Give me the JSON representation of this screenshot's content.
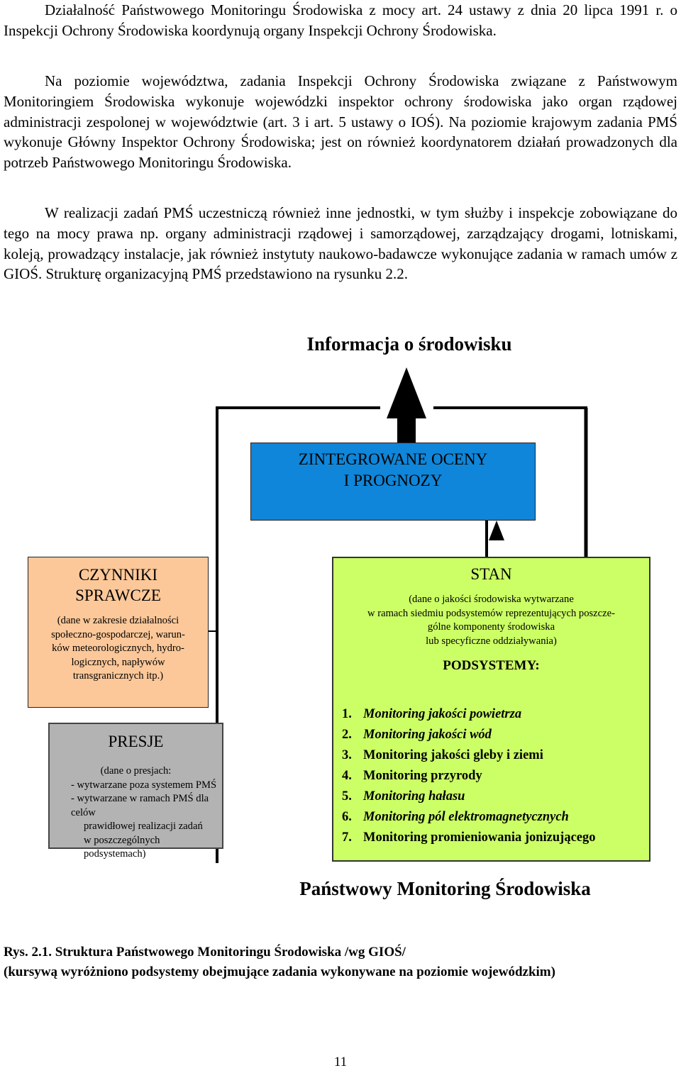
{
  "paragraphs": {
    "p1": "Działalność Państwowego Monitoringu Środowiska z mocy art. 24 ustawy z dnia 20 lipca 1991 r. o Inspekcji Ochrony Środowiska koordynują organy Inspekcji Ochrony Środowiska.",
    "p2": "Na poziomie województwa, zadania Inspekcji Ochrony Środowiska związane z Państwowym Monitoringiem Środowiska wykonuje wojewódzki inspektor ochrony środowiska jako organ rządowej administracji zespolonej w województwie (art. 3 i art. 5 ustawy o IOŚ). Na poziomie krajowym zadania PMŚ wykonuje Główny Inspektor Ochrony Środowiska; jest on również koordynatorem działań prowadzonych dla potrzeb Państwowego Monitoringu Środowiska.",
    "p3": "W realizacji zadań PMŚ uczestniczą również inne jednostki, w tym służby i inspekcje zobowiązane do tego na mocy prawa np. organy administracji rządowej i samorządowej, zarządzający drogami, lotniskami, koleją, prowadzący instalacje, jak również instytuty naukowo-badawcze wykonujące zadania w ramach umów z GIOŚ. Strukturę organizacyjną PMŚ przedstawiono na rysunku 2.2."
  },
  "diagram": {
    "title": "Informacja o środowisku",
    "integrated": {
      "line1": "ZINTEGROWANE OCENY",
      "line2": "I PROGNOZY"
    },
    "drivers": {
      "line1": "CZYNNIKI",
      "line2": "SPRAWCZE",
      "desc": [
        "(dane w zakresie działalności",
        "społeczno-gospodarczej, warun-",
        "ków meteorologicznych, hydro-",
        "logicznych, napływów",
        "transgranicznych itp.)"
      ]
    },
    "pressures": {
      "title": "PRESJE",
      "desc_intro": "(dane o presjach:",
      "bullet1": "-  wytwarzane poza systemem PMŚ",
      "bullet2": "-  wytwarzane w ramach PMŚ dla celów",
      "bullet2_cont1": "prawidłowej realizacji zadań",
      "bullet2_cont2": "w poszczególnych podsystemach)"
    },
    "state": {
      "title": "STAN",
      "desc": [
        "(dane o jakości środowiska wytwarzane",
        "w ramach siedmiu podsystemów reprezentujących poszcze-",
        "gólne komponenty środowiska",
        "lub specyficzne oddziaływania)"
      ],
      "subsystems_label": "PODSYSTEMY:",
      "items": [
        {
          "num": "1.",
          "label": "Monitoring jakości powietrza",
          "italic": true
        },
        {
          "num": "2.",
          "label": "Monitoring jakości wód",
          "italic": true
        },
        {
          "num": "3.",
          "label": "Monitoring jakości gleby i ziemi",
          "italic": false
        },
        {
          "num": "4.",
          "label": "Monitoring przyrody",
          "italic": false
        },
        {
          "num": "5.",
          "label": "Monitoring hałasu",
          "italic": true
        },
        {
          "num": "6.",
          "label": "Monitoring pól elektromagnetycznych",
          "italic": true
        },
        {
          "num": "7.",
          "label": "Monitoring promieniowania jonizującego",
          "italic": false
        }
      ]
    },
    "bottom_title": "Państwowy Monitoring Środowiska",
    "colors": {
      "blue": "#0f86d9",
      "orange": "#fcc899",
      "gray": "#b3b3b3",
      "green": "#ccff66"
    }
  },
  "caption": {
    "line1": "Rys. 2.1. Struktura Państwowego Monitoringu Środowiska /wg GIOŚ/",
    "line2": "(kursywą wyróżniono podsystemy obejmujące zadania wykonywane na poziomie wojewódzkim)"
  },
  "page_number": "11"
}
